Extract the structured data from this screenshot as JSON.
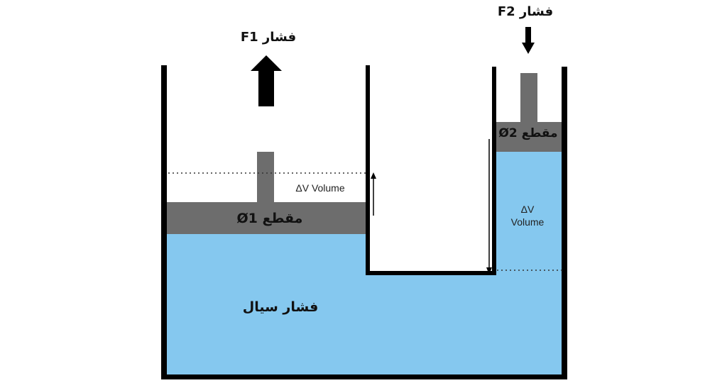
{
  "labels": {
    "force_1": "فشار F1",
    "force_2": "فشار F2",
    "section_1": "مقطع Ø1",
    "section_2": "مقطع Ø2",
    "delta_v_left": "ΔV Volume",
    "delta_v_right_line1": "ΔV",
    "delta_v_right_line2": "Volume",
    "fluid_pressure": "فشار سیال"
  },
  "colors": {
    "fluid": "#85c8ef",
    "piston": "#6d6d6d",
    "wall": "#000000",
    "arrow": "#000000"
  },
  "icons": {
    "force_1_arrow": "arrow-up-icon",
    "force_2_arrow": "arrow-down-icon"
  }
}
